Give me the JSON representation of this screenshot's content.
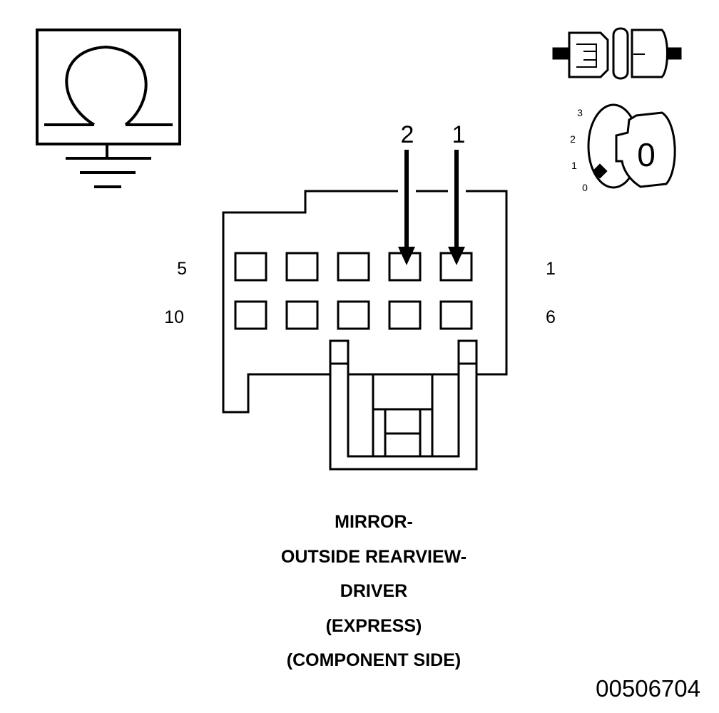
{
  "meter_icon": {
    "symbol": "ohm",
    "ground": true
  },
  "connector": {
    "pin_labels": {
      "row1_left": "5",
      "row1_right": "1",
      "row2_left": "10",
      "row2_right": "6"
    },
    "probes": [
      {
        "label": "2"
      },
      {
        "label": "1"
      }
    ]
  },
  "ignition": {
    "positions": [
      "3",
      "2",
      "1",
      "0"
    ],
    "key_value": "0"
  },
  "caption": {
    "lines": [
      "MIRROR-",
      "OUTSIDE REARVIEW-",
      "DRIVER",
      "(EXPRESS)",
      "(COMPONENT SIDE)"
    ]
  },
  "figure_id": "00506704"
}
